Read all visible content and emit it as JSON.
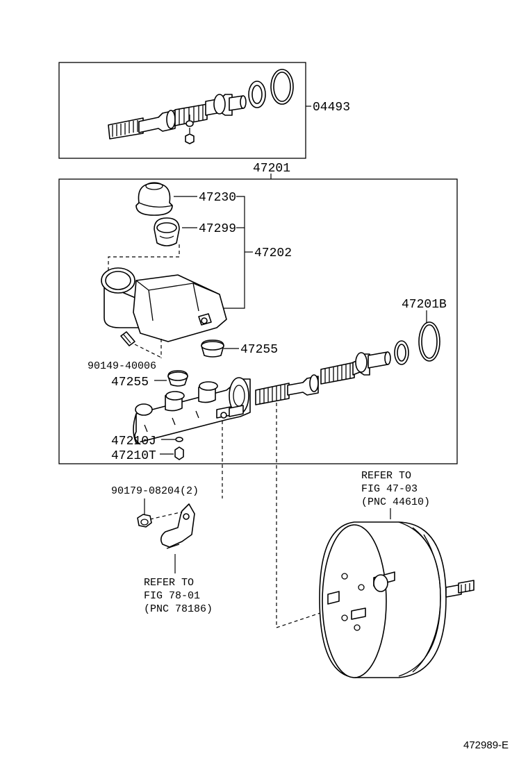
{
  "labels": {
    "kit": "04493",
    "assy": "47201",
    "cap": "47230",
    "strainer": "47299",
    "reservoir": "47202",
    "plug": "90149-40006",
    "grommet_a": "47255",
    "grommet_b": "47255",
    "gasket": "47210J",
    "union": "47210T",
    "ring": "47201B",
    "nut": "90179-08204(2)"
  },
  "references": {
    "booster": [
      "REFER TO",
      "FIG 47-03",
      "(PNC 44610)"
    ],
    "bracket": [
      "REFER TO",
      "FIG 78-01",
      "(PNC 78186)"
    ]
  },
  "figure_number": "472989-E",
  "icons": [
    "piston-assembly-icon",
    "reservoir-tank-icon",
    "master-cylinder-body-icon",
    "brake-booster-icon",
    "bracket-icon",
    "seal-ring-icon"
  ]
}
